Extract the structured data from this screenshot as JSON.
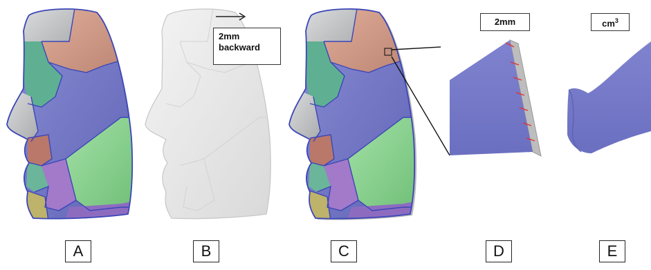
{
  "panels": [
    {
      "label": "A"
    },
    {
      "label": "B"
    },
    {
      "label": "C"
    },
    {
      "label": "D"
    },
    {
      "label": "E"
    }
  ],
  "panel_b": {
    "arrow_direction": "right",
    "annotation_line1": "2mm",
    "annotation_line2": "backward"
  },
  "panel_d": {
    "thickness_label": "2mm"
  },
  "panel_e": {
    "unit_label": "cm",
    "unit_superscript": "3"
  },
  "colors": {
    "region_forehead_gray": "#c9cbcd",
    "region_upper_salmon": "#cf9a85",
    "region_cheek_periwinkle": "#7478c6",
    "region_green": "#88d38e",
    "region_teal": "#69b59d",
    "region_purple": "#a27ac9",
    "region_olive": "#bdb36a",
    "region_red_lip": "#b9786a",
    "outline_blue": "#3b45b7",
    "ghost_fill": "#e9e9e9",
    "thickness_ticks": "#e23030"
  }
}
